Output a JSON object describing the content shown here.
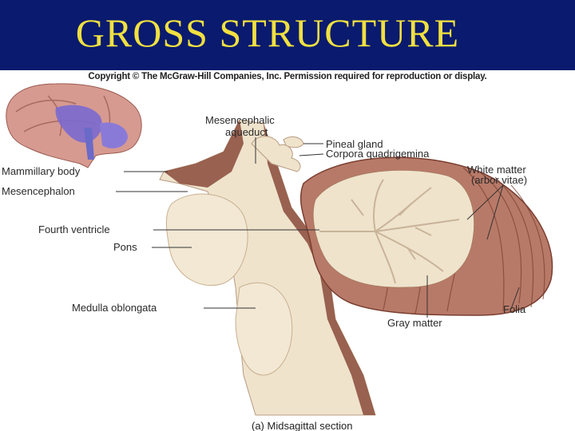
{
  "slide": {
    "title": "GROSS STRUCTURE",
    "copyright": "Copyright © The McGraw-Hill Companies, Inc. Permission required for reproduction or display."
  },
  "labels": {
    "mesencephalic_aqueduct_1": "Mesencephalic",
    "mesencephalic_aqueduct_2": "aqueduct",
    "pineal_gland": "Pineal gland",
    "corpora_quadrigemina": "Corpora quadrigemina",
    "white_matter_1": "White matter",
    "white_matter_2": "(arbor vitae)",
    "mammillary_body": "Mammillary body",
    "mesencephalon": "Mesencephalon",
    "fourth_ventricle": "Fourth ventricle",
    "pons": "Pons",
    "medulla_oblongata": "Medulla oblongata",
    "gray_matter": "Gray matter",
    "folia": "Folia"
  },
  "caption": "(a) Midsagittal section",
  "colors": {
    "title_bar": "#0a1a6e",
    "title_text": "#f0e040",
    "tissue_light": "#efe3cc",
    "tissue_dark": "#8a4a3a",
    "cortex": "#b87a68",
    "inset_brain": "#d69a90",
    "inset_highlight": "#6a6ac8"
  }
}
